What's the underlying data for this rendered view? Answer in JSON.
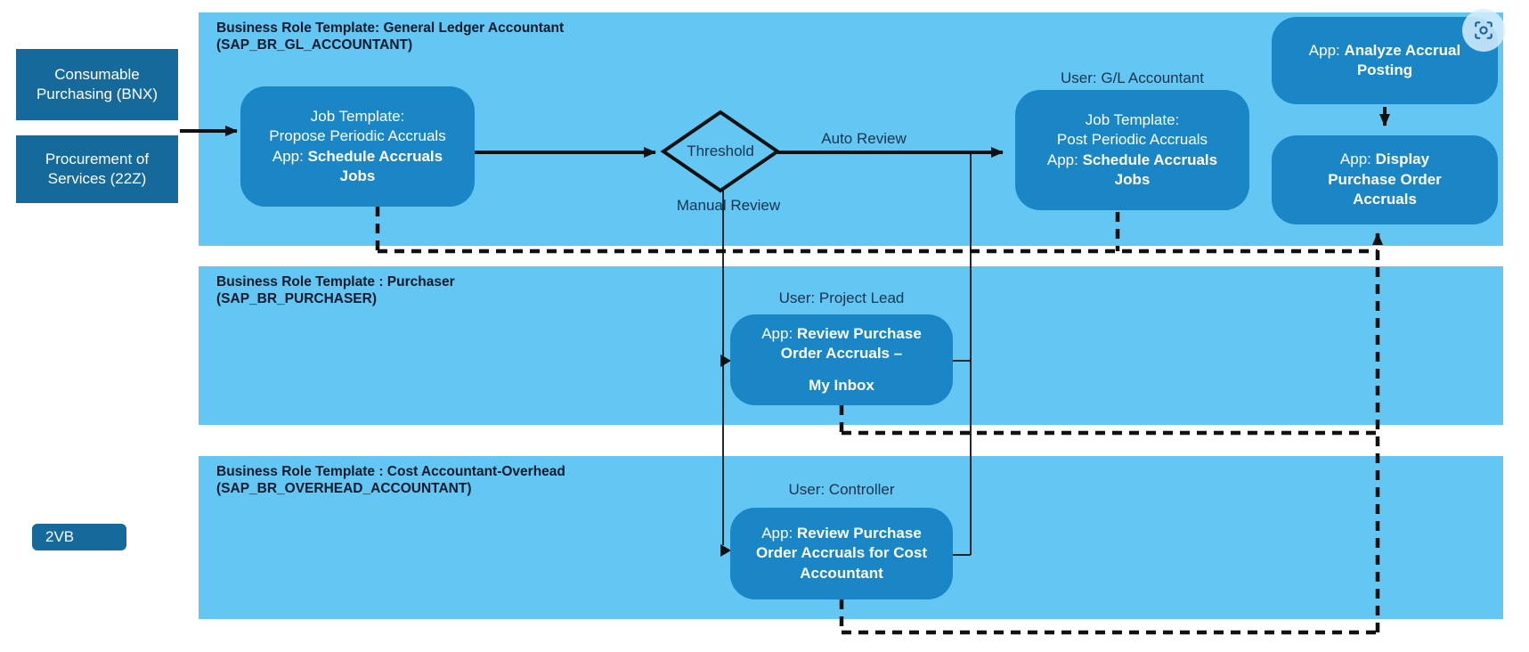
{
  "lanes": [
    {
      "title": "Business Role Template: General Ledger Accountant",
      "code": "(SAP_BR_GL_ACCOUNTANT)"
    },
    {
      "title": "Business Role Template : Purchaser",
      "code": "(SAP_BR_PURCHASER)"
    },
    {
      "title": "Business Role Template : Cost Accountant-Overhead",
      "code": "(SAP_BR_OVERHEAD_ACCOUNTANT)"
    }
  ],
  "inputs": [
    {
      "label": "Consumable Purchasing (BNX)"
    },
    {
      "label": "Procurement of Services (22Z)"
    }
  ],
  "nodes": {
    "propose": {
      "l1": "Job Template:",
      "l2": "Propose Periodic Accruals",
      "l3_prefix": "App: ",
      "l3_bold": "Schedule Accruals Jobs"
    },
    "post": {
      "l1": "Job Template:",
      "l2": "Post Periodic Accruals",
      "l3_prefix": "App: ",
      "l3_bold": "Schedule Accruals Jobs"
    },
    "analyze": {
      "prefix": "App: ",
      "bold": "Analyze Accrual Posting"
    },
    "display": {
      "prefix": "App: ",
      "bold": "Display Purchase Order Accruals"
    },
    "my_inbox": {
      "prefix": "App: ",
      "bold1": "Review Purchase Order Accruals –",
      "bold2": "My Inbox"
    },
    "cost_review": {
      "prefix": "App: ",
      "bold": "Review Purchase Order Accruals for Cost Accountant"
    }
  },
  "decision": {
    "label": "Threshold"
  },
  "edge_labels": {
    "auto": "Auto Review",
    "manual": "Manual Review"
  },
  "user_labels": {
    "gl": "User: G/L Accountant",
    "project_lead": "User: Project Lead",
    "controller": "User: Controller"
  },
  "tag": "2VB",
  "icons": {
    "screenshot": "screenshot-capture-icon"
  },
  "colors": {
    "lane_bg": "#63C6F3",
    "process_box": "#1B86C6",
    "input_box": "#16699B",
    "connector": "#111111",
    "header_text": "#081A2B",
    "label_text": "#17344F",
    "box_text": "#FFFFFF"
  }
}
